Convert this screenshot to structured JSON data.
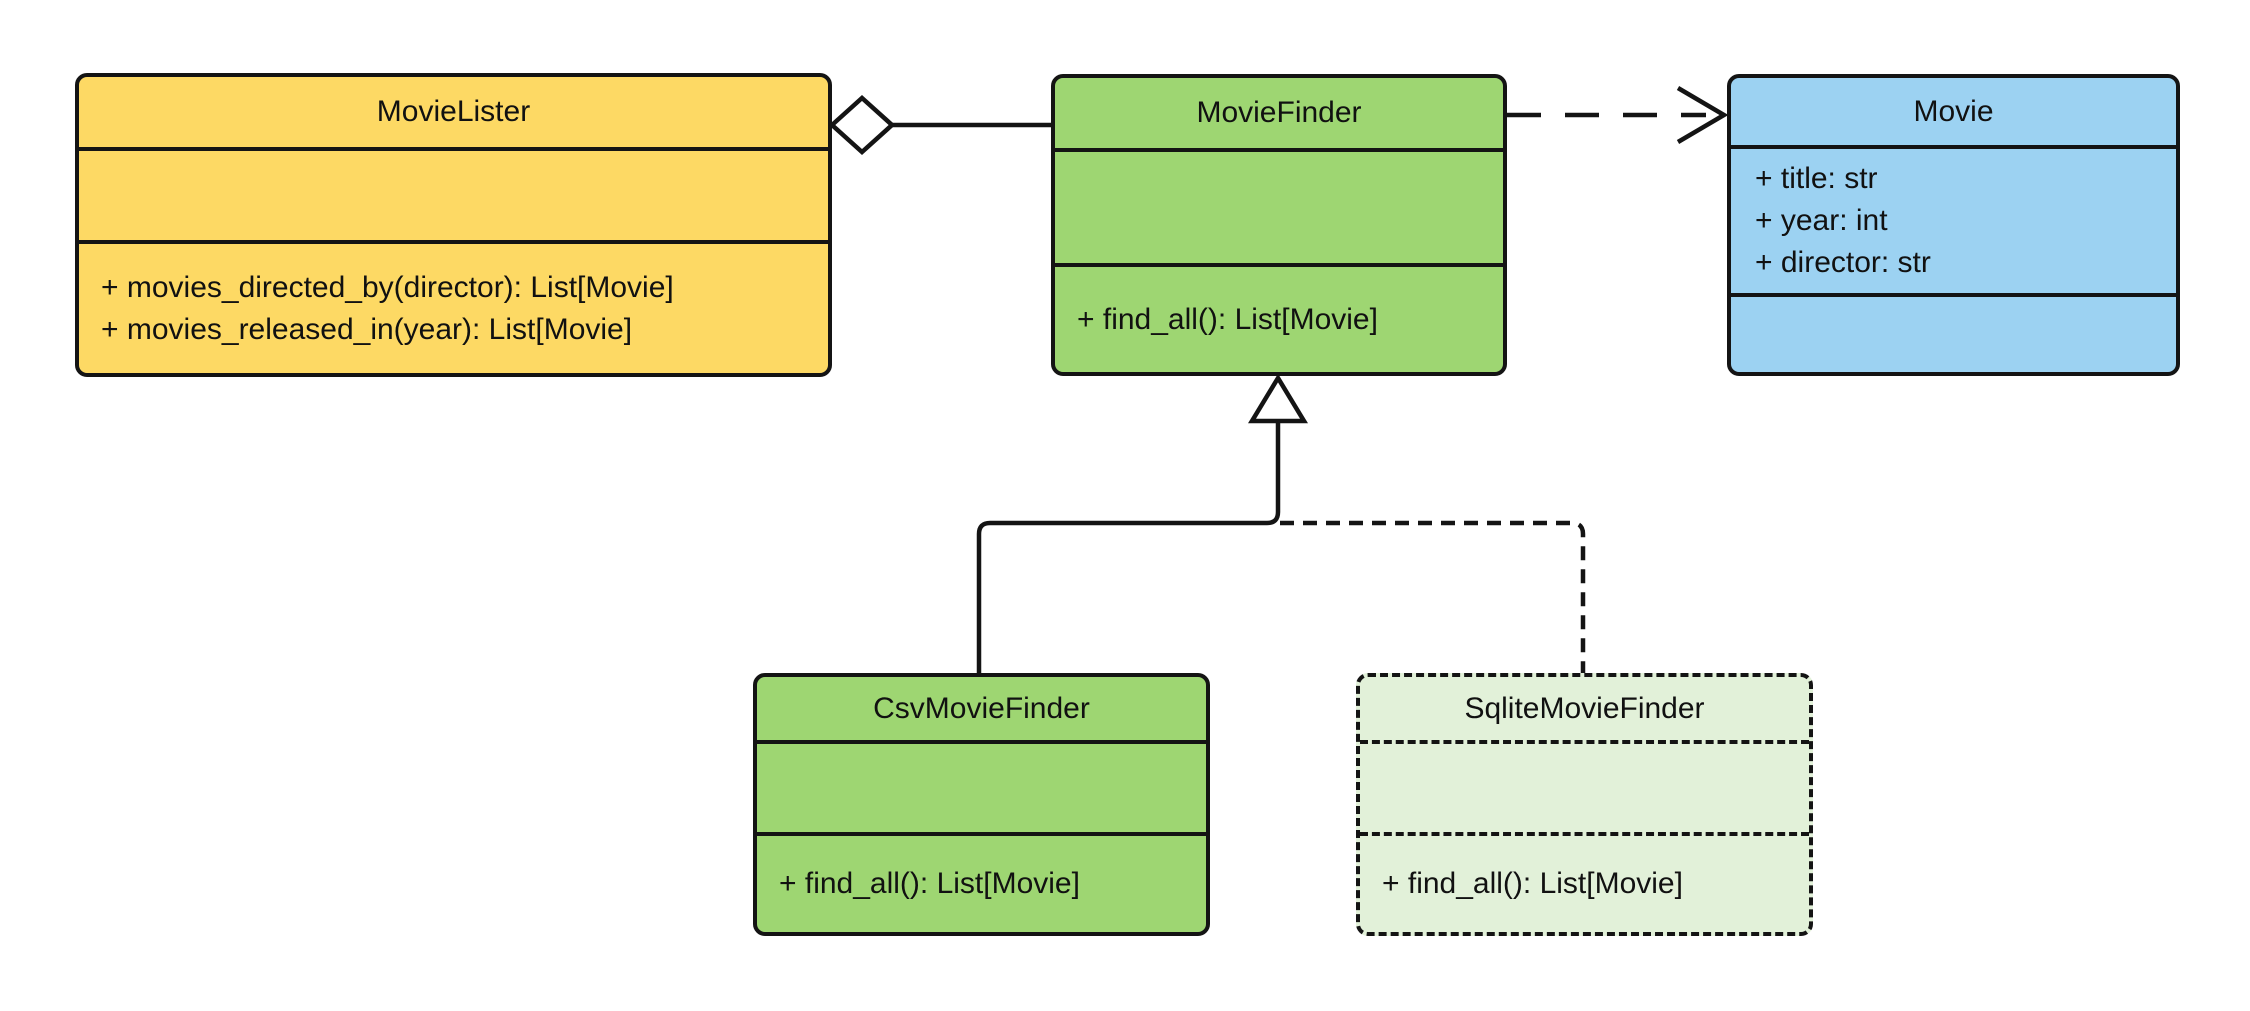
{
  "diagram": {
    "kind": "uml-class-diagram",
    "background": "#FFFFFF"
  },
  "colors": {
    "stroke": "#141414",
    "movielister_fill": "#FDD964",
    "moviefinder_fill": "#9ED672",
    "movie_fill": "#9CD2F2",
    "csvmoviefinder_fill": "#9ED672",
    "sqlitemoviefinder_fill": "#E2F1D9",
    "marker_fill": "#FFFFFF"
  },
  "classes": [
    {
      "name": "MovieLister",
      "fill": "#FDD964",
      "attributes": [],
      "methods": [
        "+ movies_directed_by(director): List[Movie]",
        "+ movies_released_in(year): List[Movie]"
      ]
    },
    {
      "name": "MovieFinder",
      "fill": "#9ED672",
      "attributes": [],
      "methods": [
        "+ find_all(): List[Movie]"
      ]
    },
    {
      "name": "Movie",
      "fill": "#9CD2F2",
      "attributes": [
        "+ title: str",
        "+ year: int",
        "+ director: str"
      ],
      "methods": []
    },
    {
      "name": "CsvMovieFinder",
      "fill": "#9ED672",
      "attributes": [],
      "methods": [
        "+ find_all(): List[Movie]"
      ]
    },
    {
      "name": "SqliteMovieFinder",
      "fill": "#E2F1D9",
      "attributes": [],
      "methods": [
        "+ find_all(): List[Movie]"
      ]
    }
  ],
  "relationships": [
    {
      "type": "aggregation",
      "from": "MovieLister",
      "to": "MovieFinder",
      "marker": "hollow-diamond",
      "line": "solid"
    },
    {
      "type": "dependency",
      "from": "MovieFinder",
      "to": "Movie",
      "marker": "open-arrow",
      "line": "dashed"
    },
    {
      "type": "generalization",
      "from": "CsvMovieFinder",
      "to": "MovieFinder",
      "marker": "hollow-triangle",
      "line": "solid"
    },
    {
      "type": "realization",
      "from": "SqliteMovieFinder",
      "to": "MovieFinder",
      "marker": "hollow-triangle",
      "line": "dashed"
    }
  ]
}
